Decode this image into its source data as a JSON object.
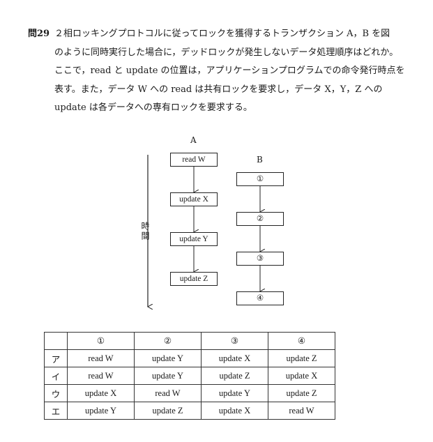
{
  "question": {
    "number": "問29",
    "lines": [
      "２相ロッキングプロトコルに従ってロックを獲得するトランザクション A，B を図",
      "のように同時実行した場合に，デッドロックが発生しないデータ処理順序はどれか。",
      "ここで，read と update の位置は，アプリケーションプログラムでの命令発行時点を",
      "表す。また，データ W への read は共有ロックを要求し，データ X，Y，Z への",
      "update は各データへの専有ロックを要求する。"
    ]
  },
  "diagram": {
    "time_label": "時間",
    "transaction_a": {
      "label": "A",
      "steps": [
        "read W",
        "update X",
        "update Y",
        "update Z"
      ]
    },
    "transaction_b": {
      "label": "B",
      "steps": [
        "①",
        "②",
        "③",
        "④"
      ]
    }
  },
  "answers": {
    "headers": [
      "①",
      "②",
      "③",
      "④"
    ],
    "rows": [
      {
        "key": "ア",
        "cells": [
          "read W",
          "update Y",
          "update X",
          "update Z"
        ]
      },
      {
        "key": "イ",
        "cells": [
          "read W",
          "update Y",
          "update Z",
          "update X"
        ]
      },
      {
        "key": "ウ",
        "cells": [
          "update X",
          "read W",
          "update Y",
          "update Z"
        ]
      },
      {
        "key": "エ",
        "cells": [
          "update Y",
          "update Z",
          "update X",
          "read W"
        ]
      }
    ]
  }
}
